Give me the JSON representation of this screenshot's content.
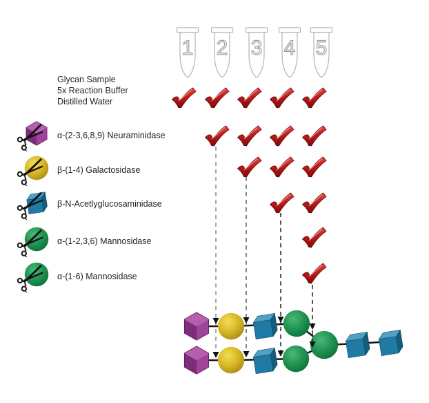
{
  "tubes": {
    "labels": [
      "1",
      "2",
      "3",
      "4",
      "5"
    ]
  },
  "reagents": {
    "line1": "Glycan Sample",
    "line2": "5x Reaction Buffer",
    "line3": "Distilled Water"
  },
  "enzymes": [
    {
      "label": "α-(2-3,6,8,9) Neuraminidase",
      "icon": "purple-diamond-scissors",
      "shape": "purple-diamond",
      "color": "#9B3D94"
    },
    {
      "label": "β-(1-4) Galactosidase",
      "icon": "yellow-sphere-scissors",
      "shape": "yellow-sphere",
      "color": "#D9B827"
    },
    {
      "label": "β-N-Acetlyglucosaminidase",
      "icon": "blue-cube-scissors",
      "shape": "blue-cube",
      "color": "#1F7AA4"
    },
    {
      "label": "α-(1-2,3,6) Mannosidase",
      "icon": "green-sphere-scissors",
      "shape": "green-sphere",
      "color": "#219554"
    },
    {
      "label": "α-(1-6) Mannosidase",
      "icon": "green-sphere-scissors",
      "shape": "green-sphere",
      "color": "#219554"
    }
  ],
  "check_grid": {
    "row_names": [
      "glycan-sample-buffer-water",
      "neuraminidase",
      "galactosidase",
      "acetylglucosaminidase",
      "mannosidase-1-2-3-6",
      "mannosidase-1-6"
    ],
    "tube_columns": [
      "1",
      "2",
      "3",
      "4",
      "5"
    ],
    "matrix": [
      [
        1,
        1,
        1,
        1,
        1
      ],
      [
        0,
        1,
        1,
        1,
        1
      ],
      [
        0,
        0,
        1,
        1,
        1
      ],
      [
        0,
        0,
        0,
        1,
        1
      ],
      [
        0,
        0,
        0,
        0,
        1
      ],
      [
        0,
        0,
        0,
        0,
        1
      ]
    ],
    "check_color": "#C01818"
  },
  "flow_arrows": [
    {
      "from_tube": "2",
      "style": "dashed-down"
    },
    {
      "from_tube": "3",
      "style": "dashed-down"
    },
    {
      "from_tube": "4",
      "style": "dashed-down"
    },
    {
      "from_tube": "5",
      "style": "dashed-down"
    }
  ],
  "glycan": {
    "top_branch": [
      "purple-diamond",
      "yellow-sphere",
      "blue-cube",
      "green-sphere"
    ],
    "bottom_branch": [
      "purple-diamond",
      "yellow-sphere",
      "blue-cube",
      "green-sphere"
    ],
    "core": [
      "green-sphere",
      "blue-cube",
      "blue-cube"
    ]
  },
  "colors": {
    "check": "#C01818",
    "purple": "#9B3D94",
    "yellow": "#D9B827",
    "blue": "#1F7AA4",
    "green": "#219554",
    "tube_outline": "#B4B4B4",
    "dashed_line": "#8A8A8A"
  }
}
